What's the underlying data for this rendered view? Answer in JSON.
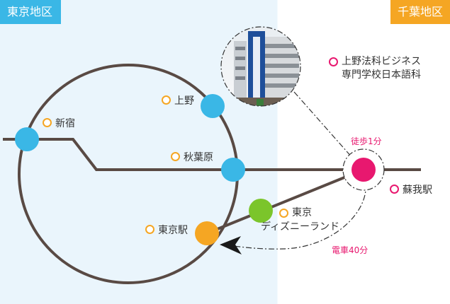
{
  "regions": {
    "tokyo": "東京地区",
    "chiba": "千葉地区"
  },
  "stations": {
    "ueno": "上野",
    "shinjuku": "新宿",
    "akihabara": "秋葉原",
    "tokyo": "東京駅",
    "disney_line1": "東京",
    "disney_line2": "ディズニーランド",
    "soga": "蘇我駅"
  },
  "school": {
    "line1": "上野法科ビジネス",
    "line2": "専門学校日本語科"
  },
  "notes": {
    "walk": "徒歩1分",
    "train": "電車40分"
  },
  "colors": {
    "tokyo_region": "#3ab7e6",
    "chiba_region": "#f5a623",
    "accent": "#e8186f",
    "disney": "#7bc52b",
    "track": "#594a44"
  }
}
